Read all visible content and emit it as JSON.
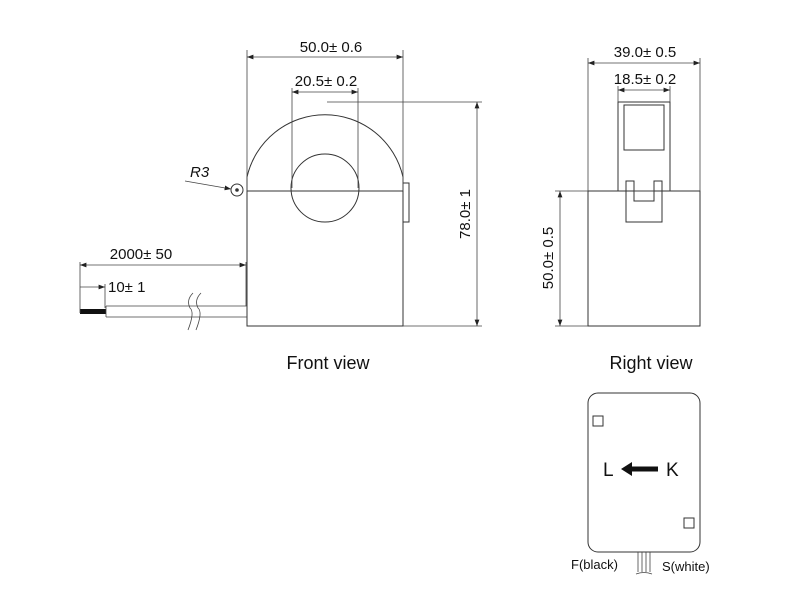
{
  "front_view": {
    "caption": "Front view",
    "dim_width": "50.0± 0.6",
    "dim_hole": "20.5± 0.2",
    "dim_height": "78.0± 1",
    "dim_cable": "2000± 50",
    "dim_strip": "10± 1",
    "radius": "R3"
  },
  "right_view": {
    "caption": "Right view",
    "dim_width": "39.0± 0.5",
    "dim_inner": "18.5± 0.2",
    "dim_height": "50.0± 0.5"
  },
  "label_view": {
    "left_letter": "L",
    "right_letter": "K",
    "wire_f": "F(black)",
    "wire_s": "S(white)"
  }
}
